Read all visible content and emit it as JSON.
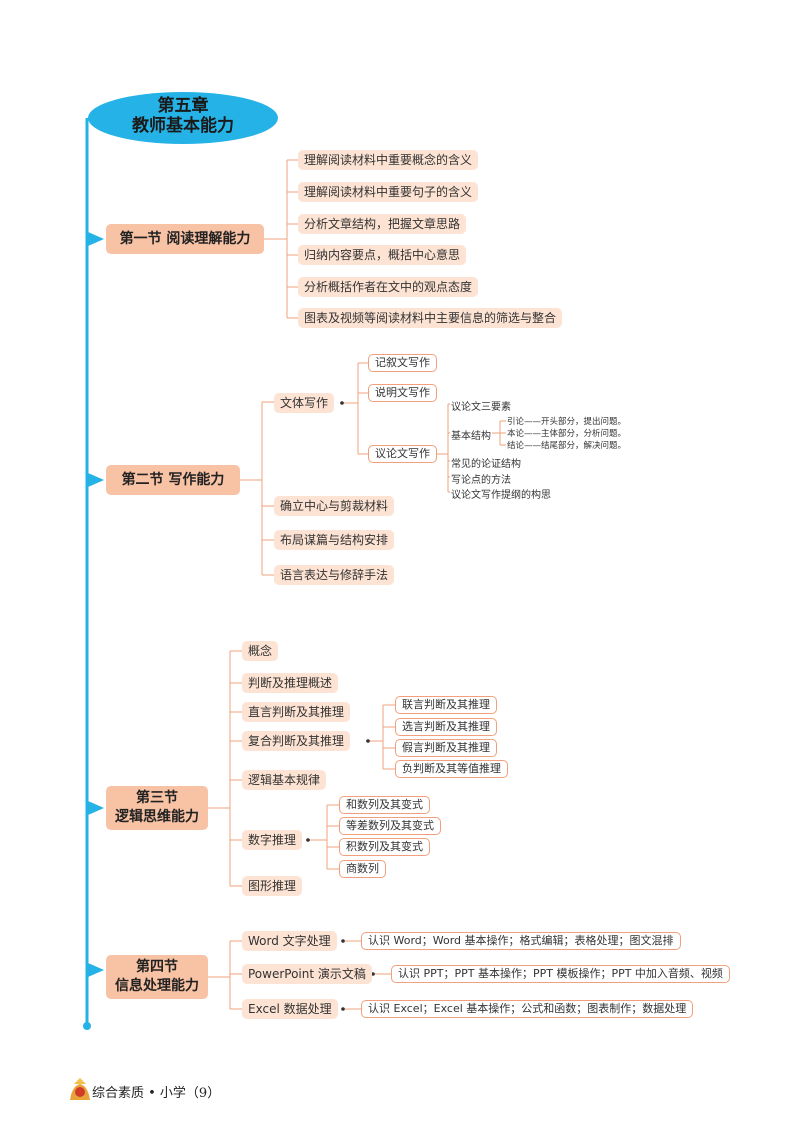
{
  "chapter": {
    "line1": "第五章",
    "line2": "教师基本能力"
  },
  "section1": {
    "title": "第一节  阅读理解能力",
    "items": [
      "理解阅读材料中重要概念的含义",
      "理解阅读材料中重要句子的含义",
      "分析文章结构，把握文章思路",
      "归纳内容要点，概括中心意思",
      "分析概括作者在文中的观点态度",
      "图表及视频等阅读材料中主要信息的筛选与整合"
    ]
  },
  "section2": {
    "title": "第二节  写作能力",
    "writing": "文体写作",
    "genres": [
      "记叙文写作",
      "说明文写作",
      "议论文写作"
    ],
    "argumentative": {
      "three_elements": "议论文三要素",
      "basic_structure": "基本结构",
      "structure_items": [
        "引论——开头部分，提出问题。",
        "本论——主体部分，分析问题。",
        "结论——结尾部分，解决问题。"
      ],
      "others": [
        "常见的论证结构",
        "写论点的方法",
        "议论文写作提纲的构思"
      ]
    },
    "items": [
      "确立中心与剪裁材料",
      "布局谋篇与结构安排",
      "语言表达与修辞手法"
    ]
  },
  "section3": {
    "title_line1": "第三节",
    "title_line2": "逻辑思维能力",
    "items": [
      "概念",
      "判断及推理概述",
      "直言判断及其推理",
      "复合判断及其推理",
      "逻辑基本规律",
      "数字推理",
      "图形推理"
    ],
    "compound": [
      "联言判断及其推理",
      "选言判断及其推理",
      "假言判断及其推理",
      "负判断及其等值推理"
    ],
    "numeric": [
      "和数列及其变式",
      "等差数列及其变式",
      "积数列及其变式",
      "商数列"
    ]
  },
  "section4": {
    "title_line1": "第四节",
    "title_line2": "信息处理能力",
    "items": [
      "Word 文字处理",
      "PowerPoint 演示文稿",
      "Excel 数据处理"
    ],
    "details": [
      "认识 Word；Word 基本操作；格式编辑；表格处理；图文混排",
      "认识 PPT；PPT 基本操作；PPT 模板操作；PPT 中加入音频、视频",
      "认识 Excel；Excel 基本操作；公式和函数；图表制作；数据处理"
    ]
  },
  "footer": {
    "text": "综合素质 • 小学（9）"
  },
  "colors": {
    "spine": "#25b2e6",
    "section": "#f8c2a4",
    "item": "#fde3d3",
    "line": "#f0a07c"
  }
}
